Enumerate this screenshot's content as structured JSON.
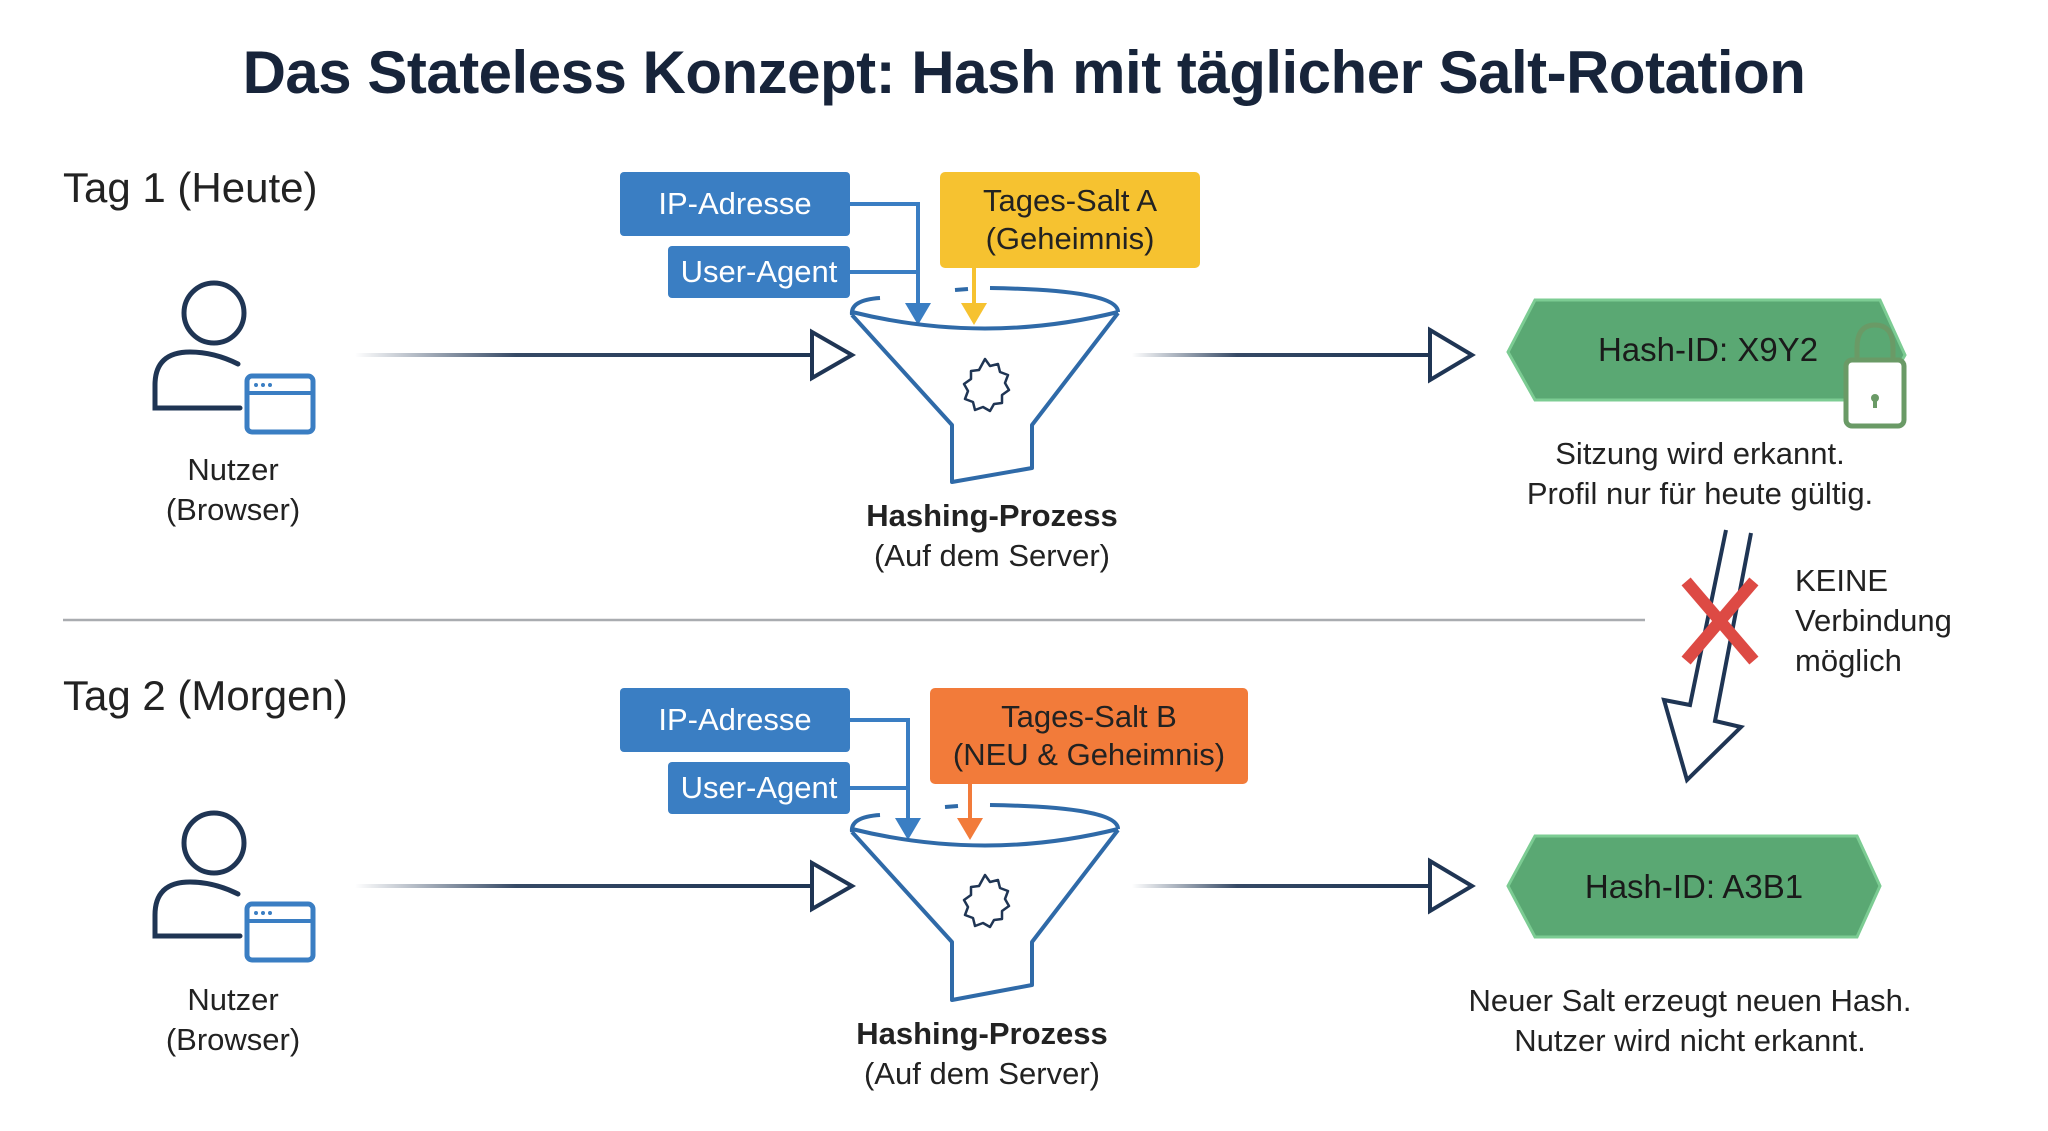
{
  "title": "Das Stateless Konzept: Hash mit täglicher Salt-Rotation",
  "colors": {
    "title": "#17243a",
    "input_chip": "#3a7ec3",
    "salt_a": "#f6c230",
    "salt_b": "#f27b3a",
    "hash_badge": "#5aa873",
    "funnel_stroke": "#2f6aa8",
    "arrow_stroke": "#1f3554",
    "cross": "#dd4a44",
    "lock": "#6a9a66"
  },
  "day1": {
    "label": "Tag 1 (Heute)",
    "user": {
      "line1": "Nutzer",
      "line2": "(Browser)",
      "icon": "user-browser-icon"
    },
    "inputs": [
      "IP-Adresse",
      "User-Agent"
    ],
    "salt": {
      "line1": "Tages-Salt A",
      "line2": "(Geheimnis)"
    },
    "process": {
      "line1": "Hashing-Prozess",
      "line2": "(Auf dem Server)",
      "icon": "funnel-gear-icon"
    },
    "hash": {
      "label": "Hash-ID: X9Y2",
      "icon": "lock-icon"
    },
    "description": {
      "line1": "Sitzung wird erkannt.",
      "line2": "Profil nur für heute gültig."
    }
  },
  "day2": {
    "label": "Tag 2 (Morgen)",
    "user": {
      "line1": "Nutzer",
      "line2": "(Browser)",
      "icon": "user-browser-icon"
    },
    "inputs": [
      "IP-Adresse",
      "User-Agent"
    ],
    "salt": {
      "line1": "Tages-Salt B",
      "line2": "(NEU & Geheimnis)"
    },
    "process": {
      "line1": "Hashing-Prozess",
      "line2": "(Auf dem Server)",
      "icon": "funnel-gear-icon"
    },
    "hash": {
      "label": "Hash-ID: A3B1"
    },
    "description": {
      "line1": "Neuer Salt erzeugt neuen Hash.",
      "line2": "Nutzer wird nicht erkannt."
    }
  },
  "no_link": {
    "line1": "KEINE",
    "line2": "Verbindung",
    "line3": "möglich",
    "icon": "red-cross-icon"
  }
}
